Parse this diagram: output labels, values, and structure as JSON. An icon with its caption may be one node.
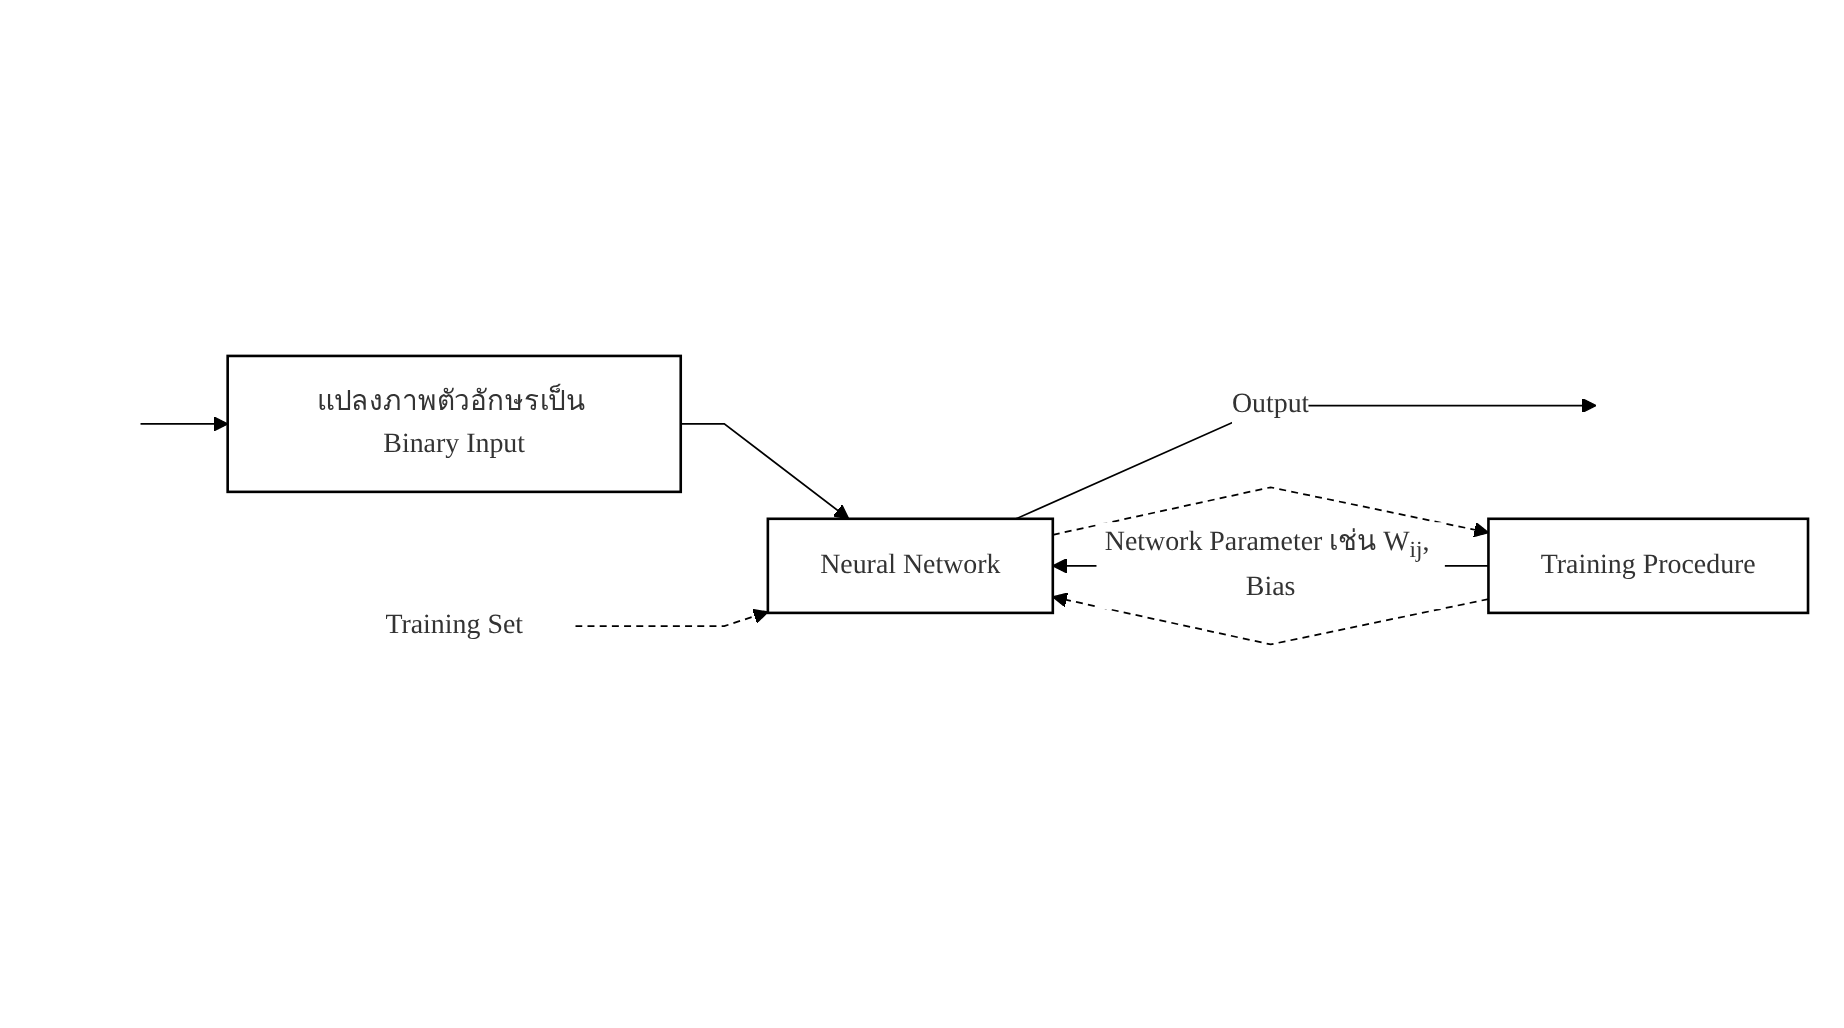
{
  "diagram": {
    "nodes": [
      {
        "text": [
          "แปลงภาพตัวอักษรเป็น Binary Input"
        ]
      },
      {
        "text": [
          "Neural Network"
        ]
      },
      {
        "text": [
          "Training Procedure"
        ]
      },
      {
        "text": [
          "Training Set"
        ]
      }
    ],
    "edges": [
      {
        "from": null,
        "to": 0,
        "arrow": "to"
      },
      {
        "from": 0,
        "to": 1,
        "arrow": "to"
      },
      {
        "from": 3,
        "to": 1,
        "arrow": "to",
        "style": "dashed"
      },
      {
        "from": 1,
        "to": null,
        "arrow": "to",
        "label": "Output"
      },
      {
        "from": 2,
        "to": 1,
        "arrow": "to",
        "label": "Network Parameter เช่น W$_{ij}$, Bias"
      },
      {
        "from": 1,
        "to": 2,
        "arrow": "to",
        "style": "dashed"
      },
      {
        "from": 2,
        "to": 1,
        "arrow": "to",
        "style": "dashed"
      }
    ]
  }
}
